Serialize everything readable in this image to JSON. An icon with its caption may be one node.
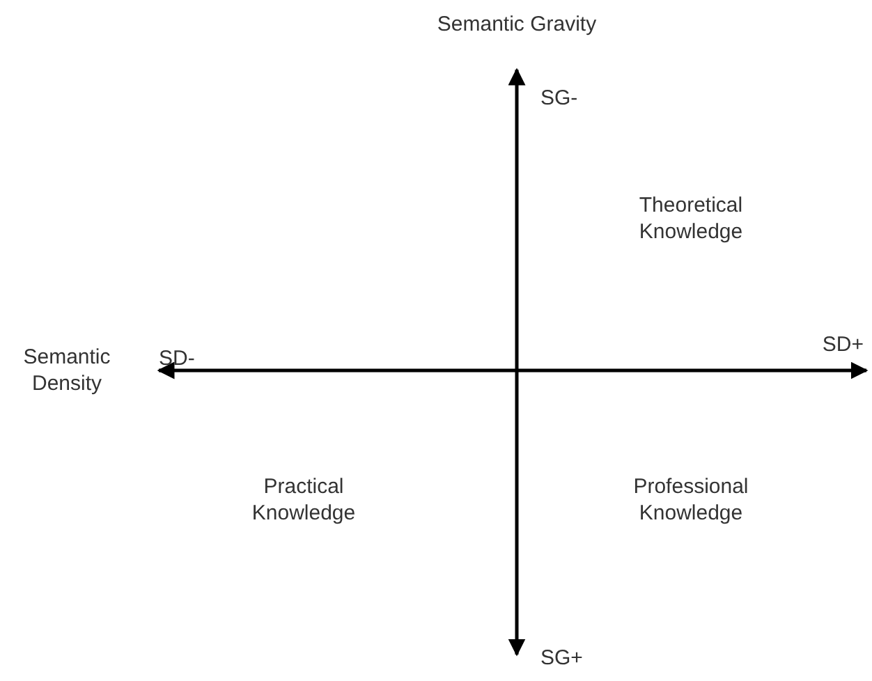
{
  "diagram": {
    "labels": [
      "Semantic Gravity",
      "SG-",
      "Theoretical Knowledge",
      "Semantic Density",
      "SD-",
      "SD+",
      "Practical Knowledge",
      "Professional Knowledge",
      "SG+"
    ]
  }
}
